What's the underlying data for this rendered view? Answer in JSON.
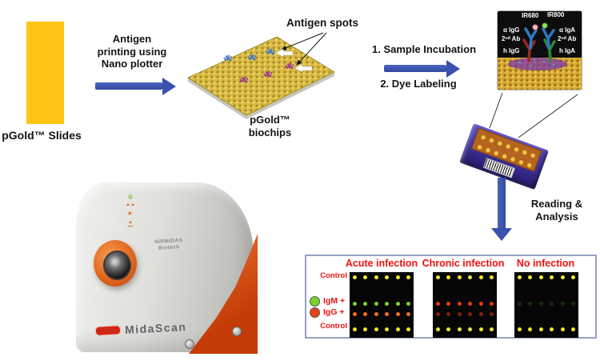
{
  "slide": {
    "label": "pGold™ Slides"
  },
  "step1": {
    "lines": [
      "Antigen",
      "printing using",
      "Nano plotter"
    ]
  },
  "biochip": {
    "label_lines": [
      "pGold™",
      "biochips"
    ],
    "annotation": "Antigen spots"
  },
  "step2": {
    "line1": "1. Sample Incubation",
    "line2": "2. Dye Labeling"
  },
  "detail": {
    "dye_left": "IR680",
    "dye_right": "IR800",
    "left": {
      "l1": "α IgG",
      "l2": "2ⁿᵈ Ab",
      "l3": "h IgG"
    },
    "right": {
      "l1": "α IgA",
      "l2": "2ⁿᵈ Ab",
      "l3": "h IgA"
    }
  },
  "reading": {
    "lines": [
      "Reading &",
      "Analysis"
    ]
  },
  "scanner": {
    "brand_line1": "NIRMIDAS",
    "brand_line2": "Biotech",
    "model": "MidaScan"
  },
  "palette": {
    "arrow_blue": "#3a51ad",
    "slide_yellow": "#ffc415",
    "gold": "#d8ba42",
    "red_text": "#ee1111",
    "panel_border": "#97a2c4",
    "control_dot": "#f2e832",
    "igm_dot": "#7cd42a",
    "igg_dot": "#f07018"
  },
  "results": {
    "control_label": "Control",
    "legend": [
      {
        "label": "IgM +",
        "color": "#7cd42a"
      },
      {
        "label": "IgG +",
        "color": "#e84318"
      }
    ],
    "panels": [
      {
        "title": "Acute infection",
        "dot_rows": [
          {
            "band": "control-top",
            "color": "#f2e832",
            "count": 6
          },
          {
            "band": "igm",
            "color": "#7cd42a",
            "count": 6
          },
          {
            "band": "igg",
            "color": "#f07018",
            "count": 6
          },
          {
            "band": "control-bottom",
            "color": "#f2e832",
            "count": 6
          }
        ]
      },
      {
        "title": "Chronic infection",
        "dot_rows": [
          {
            "band": "control-top",
            "color": "#f2e832",
            "count": 6
          },
          {
            "band": "igm",
            "color": "#e83818",
            "count": 6
          },
          {
            "band": "igg",
            "color": "#b02c16",
            "count": 6,
            "dim": true
          },
          {
            "band": "control-bottom",
            "color": "#f2e832",
            "count": 6
          }
        ]
      },
      {
        "title": "No infection",
        "dot_rows": [
          {
            "band": "control-top",
            "color": "#f2e832",
            "count": 6
          },
          {
            "band": "igm",
            "color": "#1c3c10",
            "count": 6,
            "dim": true
          },
          {
            "band": "control-bottom",
            "color": "#f2e832",
            "count": 6
          }
        ]
      }
    ]
  }
}
